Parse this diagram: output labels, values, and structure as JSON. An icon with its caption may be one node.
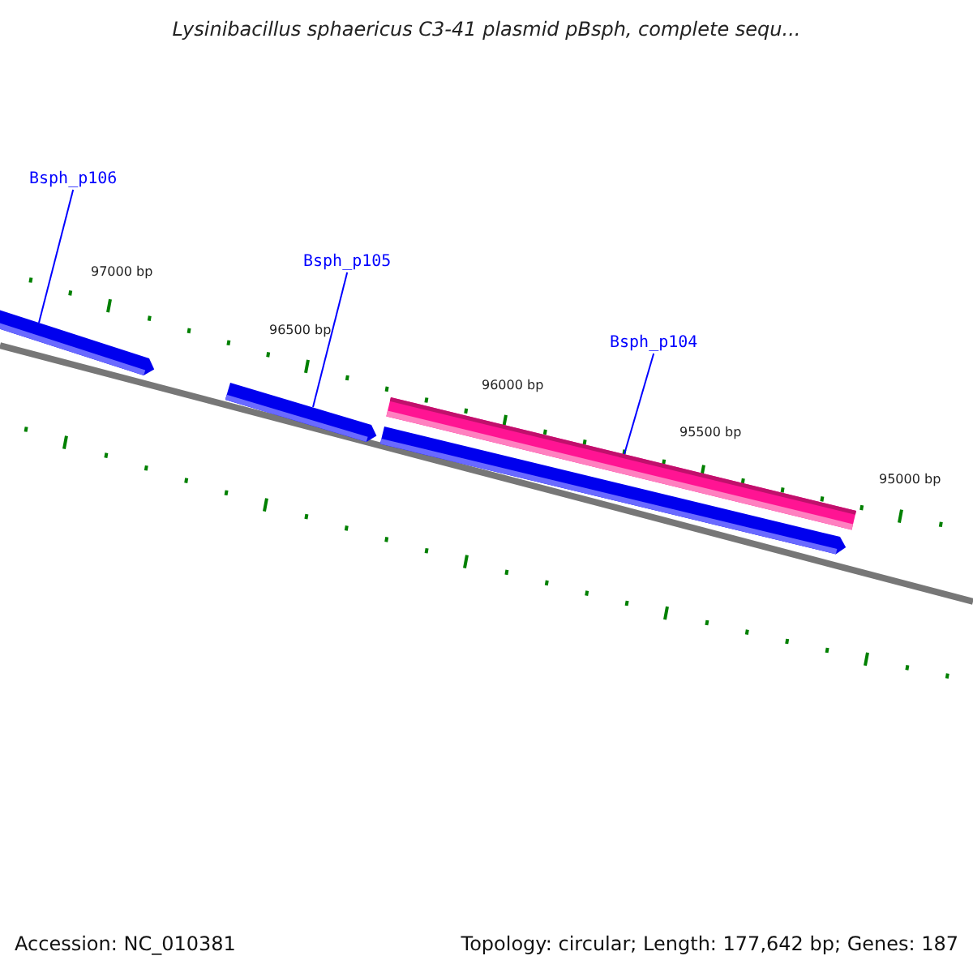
{
  "diagram": {
    "title": "Lysinibacillus sphaericus C3-41 plasmid pBsph, complete sequ...",
    "nodes": [
      {
        "text": [
          "Bsph_p106"
        ]
      },
      {
        "text": [
          "Bsph_p105"
        ]
      },
      {
        "text": [
          "Bsph_p104"
        ]
      },
      {
        "text": [],
        "shape": "arrow"
      },
      {
        "text": [],
        "shape": "arrow"
      },
      {
        "text": [],
        "shape": "bar"
      },
      {
        "text": [],
        "shape": "arrow"
      }
    ],
    "edges": [
      {
        "from": 0,
        "to": 3,
        "arrow": "none"
      },
      {
        "from": 1,
        "to": 4,
        "arrow": "none"
      },
      {
        "from": 2,
        "to": 5,
        "arrow": "none"
      }
    ],
    "labels": [
      "97000 bp",
      "96500 bp",
      "96000 bp",
      "95500 bp",
      "95000 bp",
      "Accession: NC_010381",
      "Topology: circular; Length: 177,642 bp; Genes: 187"
    ]
  }
}
